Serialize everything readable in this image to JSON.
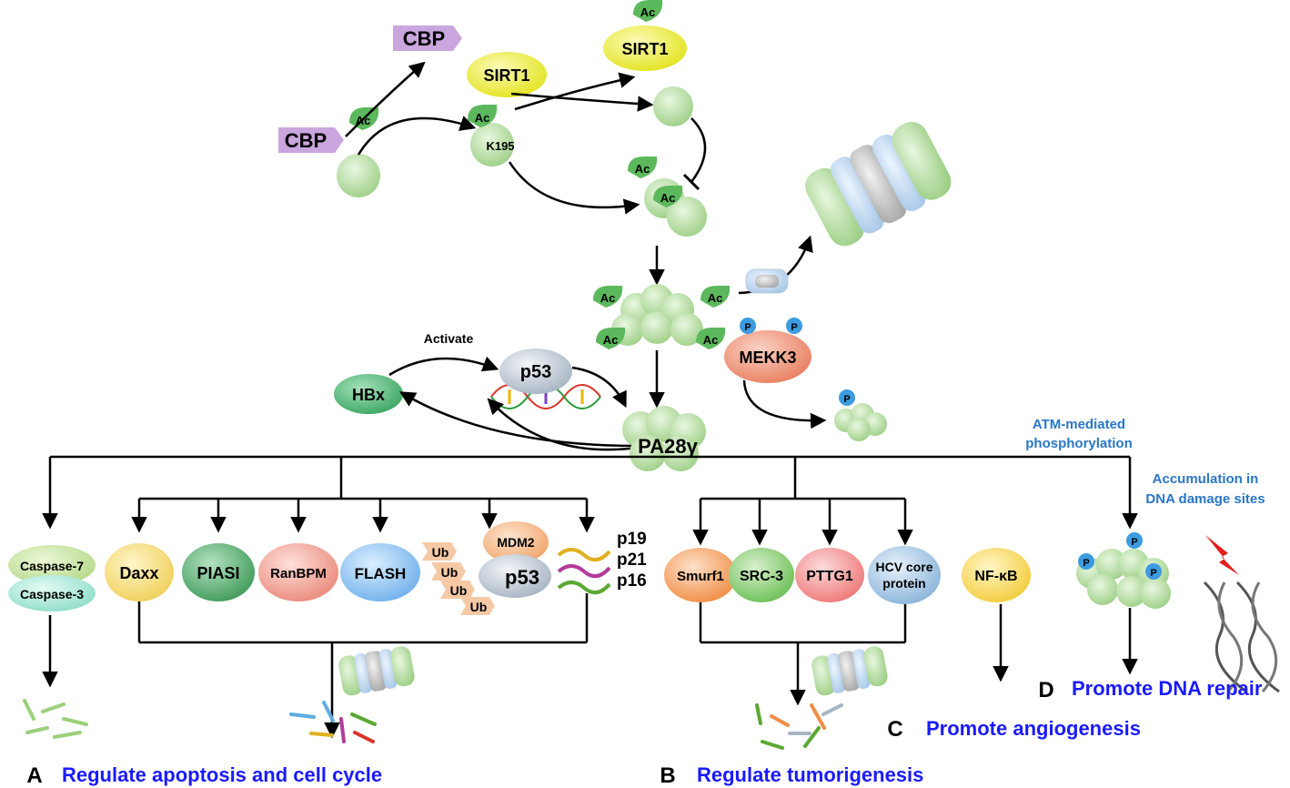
{
  "labels": {
    "cbp_top": "CBP",
    "cbp_left": "CBP",
    "ac": "Ac",
    "sirt1": "SIRT1",
    "k195": "K195",
    "activate": "Activate",
    "hbx": "HBx",
    "p53": "p53",
    "pa28g": "PA28γ",
    "mekk3": "MEKK3",
    "p": "P",
    "atm_line1": "ATM-mediated",
    "atm_line2": "phosphorylation",
    "accum_line1": "Accumulation in",
    "accum_line2": "DNA  damage sites",
    "caspase7": "Caspase-7",
    "caspase3": "Caspase-3",
    "daxx": "Daxx",
    "piasi": "PIASI",
    "ranbpm": "RanBPM",
    "flash": "FLASH",
    "ub": "Ub",
    "mdm2": "MDM2",
    "p19": "p19",
    "p21": "p21",
    "p16": "p16",
    "smurf1": "Smurf1",
    "src3": "SRC-3",
    "pttg1": "PTTG1",
    "hcv_line1": "HCV core",
    "hcv_line2": "protein",
    "nfkb": "NF-κB"
  },
  "outcomes": {
    "a_letter": "A",
    "a_text": "Regulate apoptosis and cell cycle",
    "b_letter": "B",
    "b_text": "Regulate tumorigenesis",
    "c_letter": "C",
    "c_text": "Promote angiogenesis",
    "d_letter": "D",
    "d_text": "Promote DNA repair"
  },
  "colors": {
    "ac_green": "#5cb85c",
    "cbp_purple": "#c9a6dd",
    "sirt1_yellow": "#f0f03a",
    "subunit_green": "#b9e0a5",
    "phospho_blue": "#3d9be0",
    "outcome_blue": "#1a1aff",
    "note_blue": "#2a76c6"
  }
}
